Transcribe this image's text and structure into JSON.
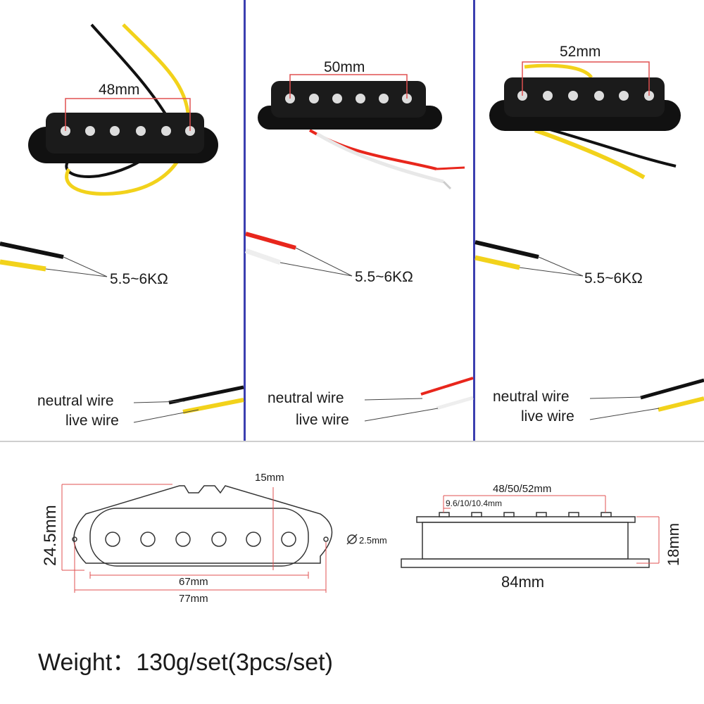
{
  "panels": [
    {
      "spacing": "48mm",
      "resistance": "5.5~6KΩ",
      "neutral": "neutral wire",
      "live": "live wire",
      "wire_colors": [
        "#111111",
        "#f2d21b"
      ]
    },
    {
      "spacing": "50mm",
      "resistance": "5.5~6KΩ",
      "neutral": "neutral wire",
      "live": "live wire",
      "wire_colors": [
        "#e8261c",
        "#ffffff"
      ]
    },
    {
      "spacing": "52mm",
      "resistance": "5.5~6KΩ",
      "neutral": "neutral wire",
      "live": "live wire",
      "wire_colors": [
        "#111111",
        "#f2d21b"
      ]
    }
  ],
  "top_view": {
    "height": "24.5mm",
    "notch": "15mm",
    "hole": "2.5mm",
    "inner_length": "67mm",
    "outer_length": "77mm"
  },
  "side_view": {
    "spacing": "48/50/52mm",
    "pole_height": "9.6/10/10.4mm",
    "height": "18mm",
    "length": "84mm"
  },
  "weight": "Weight：130g/set(3pcs/set)",
  "colors": {
    "dimension_line": "#e05050",
    "divider": "#3b3fb0",
    "pickup": "#111111"
  }
}
